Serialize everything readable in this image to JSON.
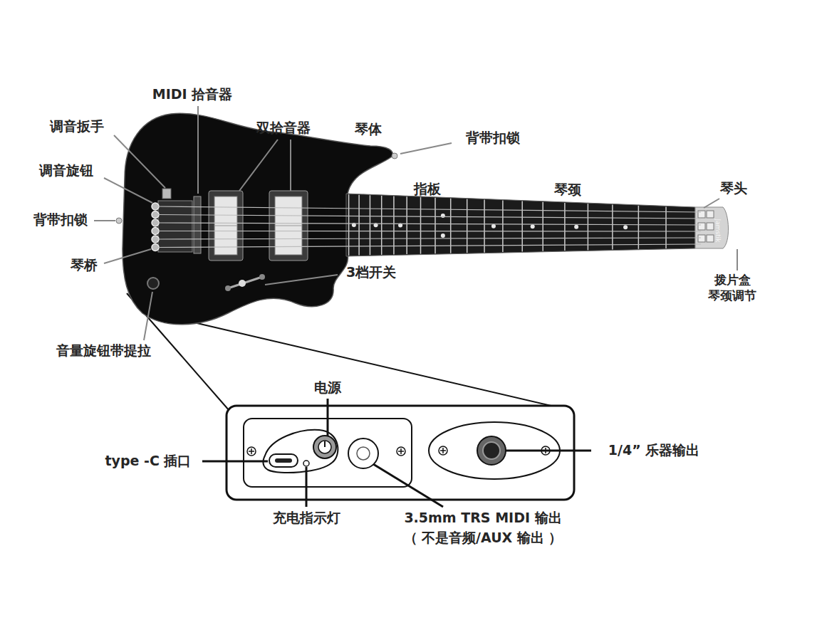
{
  "diagram": {
    "labels": [
      "MIDI 拾音器",
      "调音扳手",
      "双拾音器",
      "琴体",
      "背带扣锁",
      "调音旋钮",
      "背带扣锁",
      "指板",
      "琴颈",
      "琴头",
      "Jamstik",
      "琴桥",
      "3档开关",
      "拨片盒",
      "琴颈调节",
      "音量旋钮带提拉",
      "电源",
      "type -C 插口",
      "1/4” 乐器输出",
      "充电指示灯",
      "3.5mm TRS MIDI 输出",
      "（ 不是音频/AUX 输出 ）"
    ]
  }
}
